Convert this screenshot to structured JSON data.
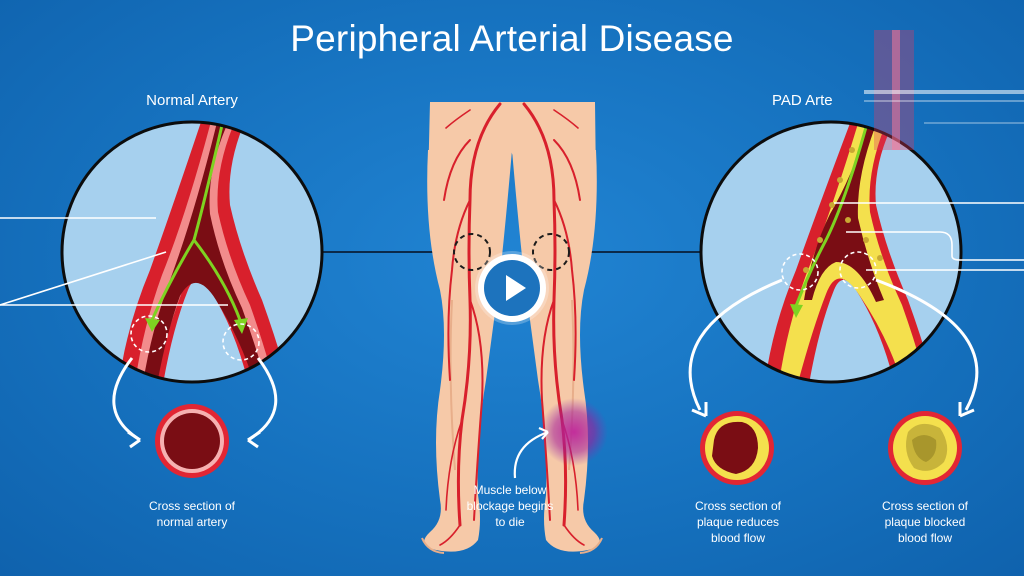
{
  "title": "Peripheral Arterial Disease",
  "labels": {
    "normal_artery": "Normal Artery",
    "pad_artery": "PAD Arte",
    "cross_normal_line1": "Cross section of",
    "cross_normal_line2": "normal artery",
    "cross_reduced_line1": "Cross section of",
    "cross_reduced_line2": "plaque reduces",
    "cross_reduced_line3": "blood flow",
    "cross_blocked_line1": "Cross section of",
    "cross_blocked_line2": "plaque blocked",
    "cross_blocked_line3": "blood flow",
    "muscle_line1": "Muscle below",
    "muscle_line2": "blockage begins",
    "muscle_line3": "to die"
  },
  "player": {
    "play_icon": "play-icon"
  },
  "colors": {
    "background": "#1672bf",
    "artery_red": "#d8202c",
    "blood_dark": "#7a0d14",
    "plaque_yellow": "#f4e04d",
    "flow_green": "#7ed321",
    "skin": "#f6c9a8"
  }
}
